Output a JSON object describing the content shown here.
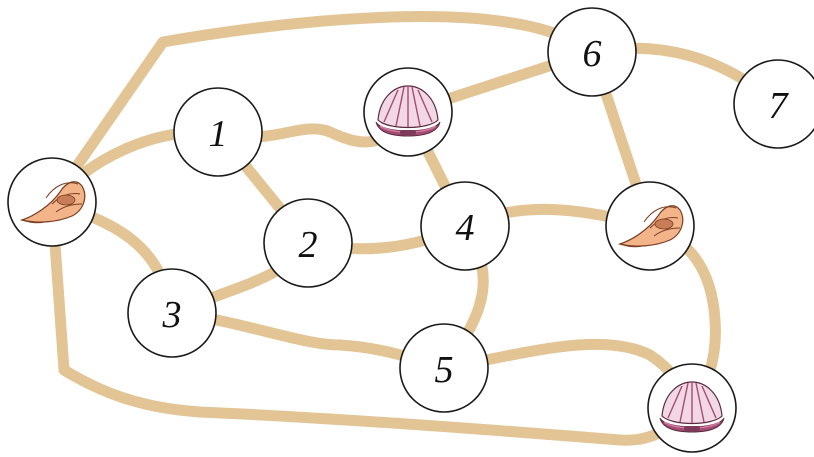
{
  "colors": {
    "path": "#e3c495",
    "node_fill": "#ffffff",
    "node_stroke": "#1a1a1a",
    "conch_shell": "#f3b48a",
    "conch_shadow": "#c97c58",
    "scallop_light": "#f1d8e4",
    "scallop_dark": "#a44d73"
  },
  "nodes": [
    {
      "id": "1",
      "label": "1",
      "kind": "number"
    },
    {
      "id": "2",
      "label": "2",
      "kind": "number"
    },
    {
      "id": "3",
      "label": "3",
      "kind": "number"
    },
    {
      "id": "4",
      "label": "4",
      "kind": "number"
    },
    {
      "id": "5",
      "label": "5",
      "kind": "number"
    },
    {
      "id": "6",
      "label": "6",
      "kind": "number"
    },
    {
      "id": "7",
      "label": "7",
      "kind": "number"
    },
    {
      "id": "conch-left",
      "kind": "conch-shell-icon"
    },
    {
      "id": "scallop-top",
      "kind": "scallop-shell-icon"
    },
    {
      "id": "conch-right",
      "kind": "conch-shell-icon"
    },
    {
      "id": "scallop-bottom",
      "kind": "scallop-shell-icon"
    }
  ],
  "edges": [
    [
      "conch-left",
      "1"
    ],
    [
      "conch-left",
      "3"
    ],
    [
      "conch-left",
      "6"
    ],
    [
      "conch-left",
      "scallop-bottom"
    ],
    [
      "1",
      "2"
    ],
    [
      "1",
      "scallop-top"
    ],
    [
      "2",
      "3"
    ],
    [
      "2",
      "4"
    ],
    [
      "3",
      "5"
    ],
    [
      "4",
      "5"
    ],
    [
      "4",
      "scallop-top"
    ],
    [
      "4",
      "conch-right"
    ],
    [
      "5",
      "scallop-bottom"
    ],
    [
      "6",
      "scallop-top"
    ],
    [
      "6",
      "7"
    ],
    [
      "6",
      "conch-right"
    ],
    [
      "conch-right",
      "scallop-bottom"
    ]
  ]
}
